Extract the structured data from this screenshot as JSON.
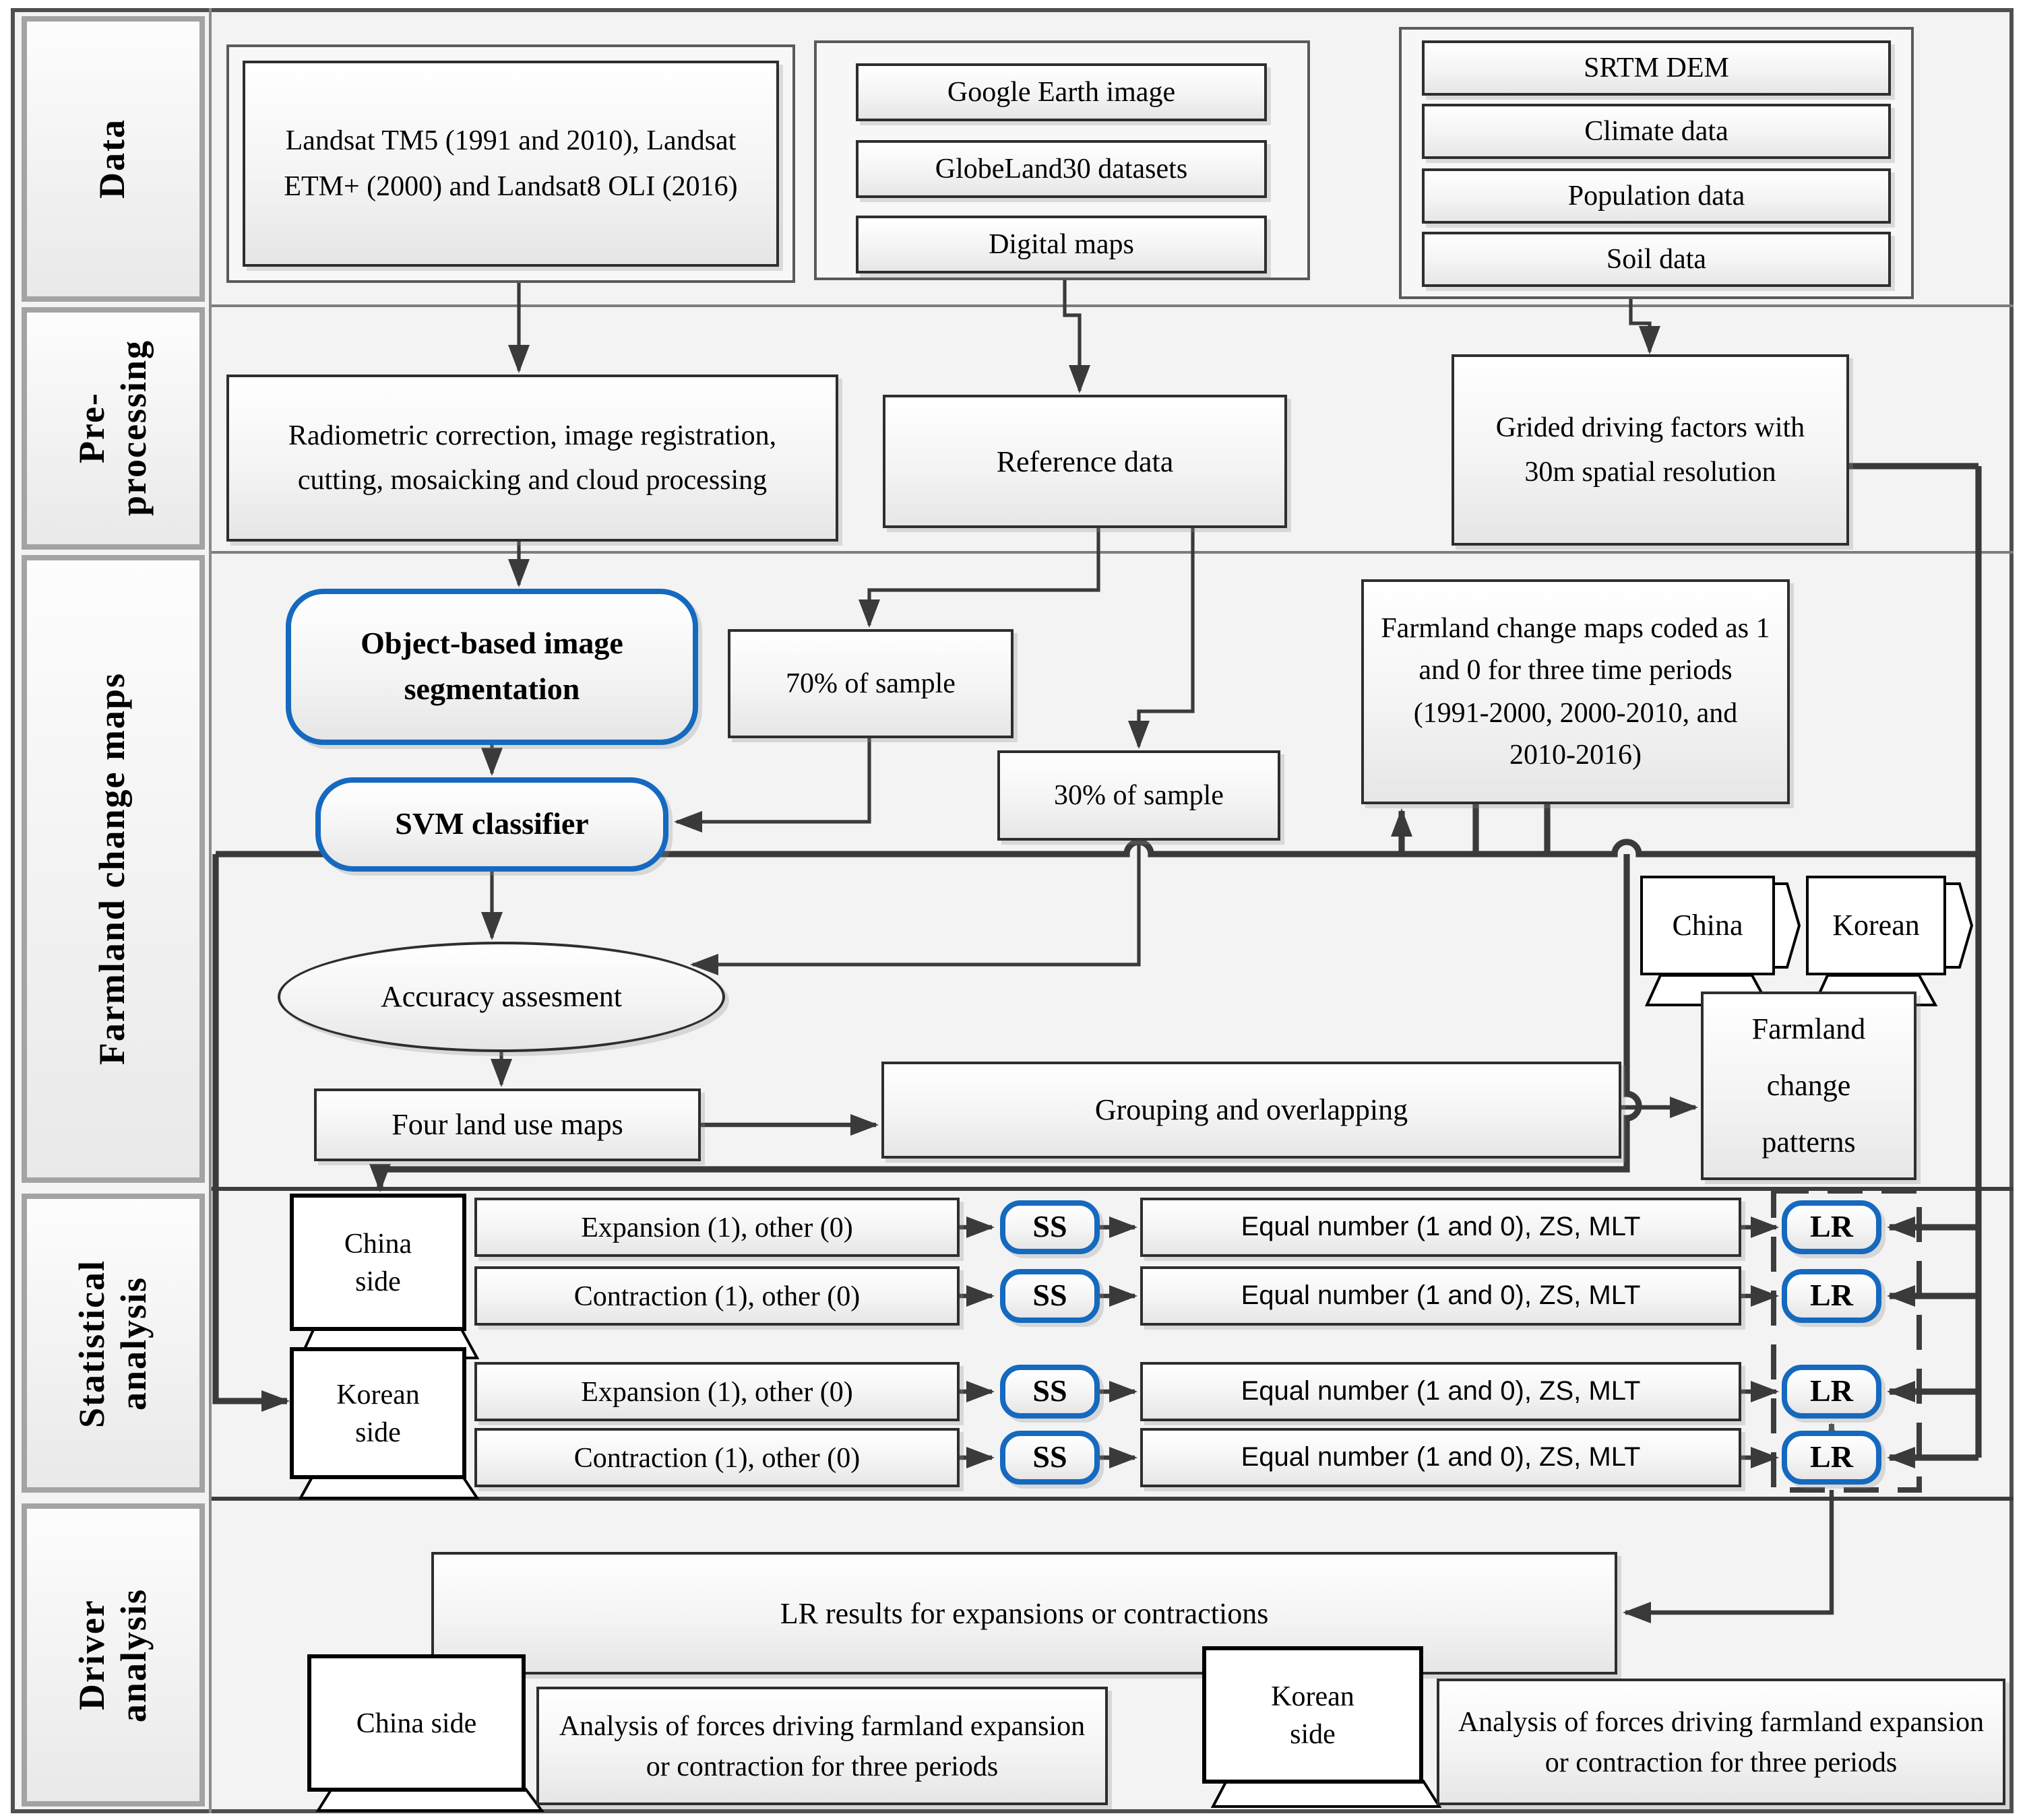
{
  "colors": {
    "accent_blue": "#1569bf",
    "line": "#3a3a3a",
    "band_border": "#a3a3a3"
  },
  "sidebar": {
    "bands": [
      {
        "label": "Data"
      },
      {
        "label": "Pre-\nprocessing"
      },
      {
        "label": "Farmland change maps"
      },
      {
        "label": "Statistical\nanalysis"
      },
      {
        "label": "Driver\nanalysis"
      }
    ]
  },
  "data_band": {
    "landsat": "Landsat TM5 (1991 and 2010), Landsat ETM+ (2000) and Landsat8 OLI (2016)",
    "reference_sources": [
      "Google Earth image",
      "GlobeLand30 datasets",
      "Digital maps"
    ],
    "driver_sources": [
      "SRTM DEM",
      "Climate data",
      "Population data",
      "Soil data"
    ]
  },
  "preprocessing": {
    "radiometric": "Radiometric correction, image registration, cutting, mosaicking and cloud processing",
    "reference": "Reference data",
    "grided": "Grided driving factors with 30m spatial resolution"
  },
  "change_maps": {
    "segmentation": "Object-based image segmentation",
    "svm": "SVM classifier",
    "sample70": "70% of sample",
    "sample30": "30% of sample",
    "coded": "Farmland change maps coded as 1 and 0 for three time periods (1991-2000, 2000-2010, and 2010-2016)",
    "accuracy": "Accuracy assesment",
    "four_maps": "Four land use maps",
    "grouping": "Grouping and overlapping",
    "china_tag": "China",
    "korean_tag": "Korean",
    "patterns": "Farmland change patterns"
  },
  "statistical": {
    "china_side": "China side",
    "korean_side": "Korean side",
    "rows": [
      {
        "label": "Expansion (1), other (0)",
        "ss": "SS",
        "equal": "Equal number (1 and 0), ZS, MLT",
        "lr": "LR"
      },
      {
        "label": "Contraction (1), other (0)",
        "ss": "SS",
        "equal": "Equal number (1 and 0), ZS, MLT",
        "lr": "LR"
      },
      {
        "label": "Expansion (1), other (0)",
        "ss": "SS",
        "equal": "Equal number (1 and 0), ZS, MLT",
        "lr": "LR"
      },
      {
        "label": "Contraction (1), other (0)",
        "ss": "SS",
        "equal": "Equal number (1 and 0), ZS, MLT",
        "lr": "LR"
      }
    ]
  },
  "driver": {
    "lr_results": "LR results for expansions or contractions",
    "china_side": "China side",
    "korean_side": "Korean side",
    "analysis_china": "Analysis of forces driving farmland expansion or contraction for three periods",
    "analysis_korean": "Analysis of forces driving farmland expansion or contraction for three periods"
  }
}
